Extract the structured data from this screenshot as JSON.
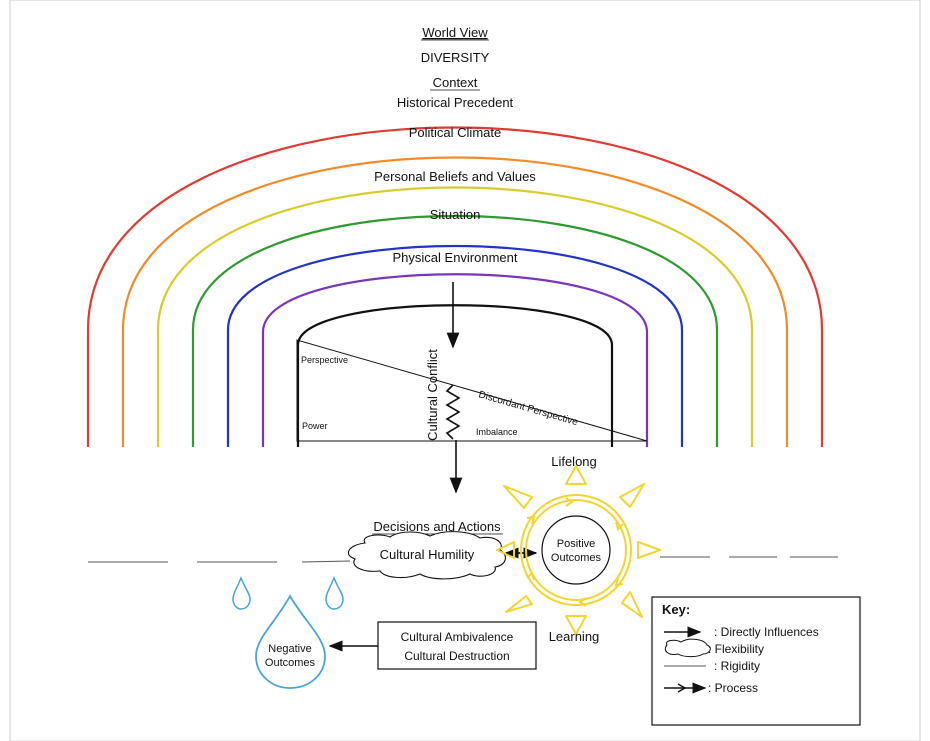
{
  "arch_labels": {
    "world_view": "World View",
    "diversity": "DIVERSITY",
    "context": "Context",
    "historical": "Historical Precedent",
    "political": "Political Climate",
    "beliefs": "Personal Beliefs and Values",
    "situation": "Situation",
    "physical": "Physical Environment"
  },
  "triangle": {
    "perspective": "Perspective",
    "power": "Power",
    "discordant": "Discordant Perspective",
    "imbalance": "Imbalance",
    "conflict": "Cultural Conflict"
  },
  "lower": {
    "decisions": "Decisions and Actions",
    "humility": "Cultural Humility",
    "positive_1": "Positive",
    "positive_2": "Outcomes",
    "lifelong": "Lifelong",
    "learning": "Learning",
    "ambivalence": "Cultural Ambivalence",
    "destruction": "Cultural Destruction",
    "negative_1": "Negative",
    "negative_2": "Outcomes"
  },
  "key": {
    "title": "Key:",
    "directly": ": Directly Influences",
    "flexibility": ": Flexibility",
    "rigidity": ": Rigidity",
    "process": ": Process"
  },
  "colors": {
    "red": "#e03a32",
    "orange": "#f08a2a",
    "yellow": "#d8cc2a",
    "green": "#2f9a2f",
    "blue": "#2233c8",
    "purple": "#7a36b8",
    "black": "#111111",
    "sun": "#f2d52e",
    "drop": "#4aa3d8"
  }
}
